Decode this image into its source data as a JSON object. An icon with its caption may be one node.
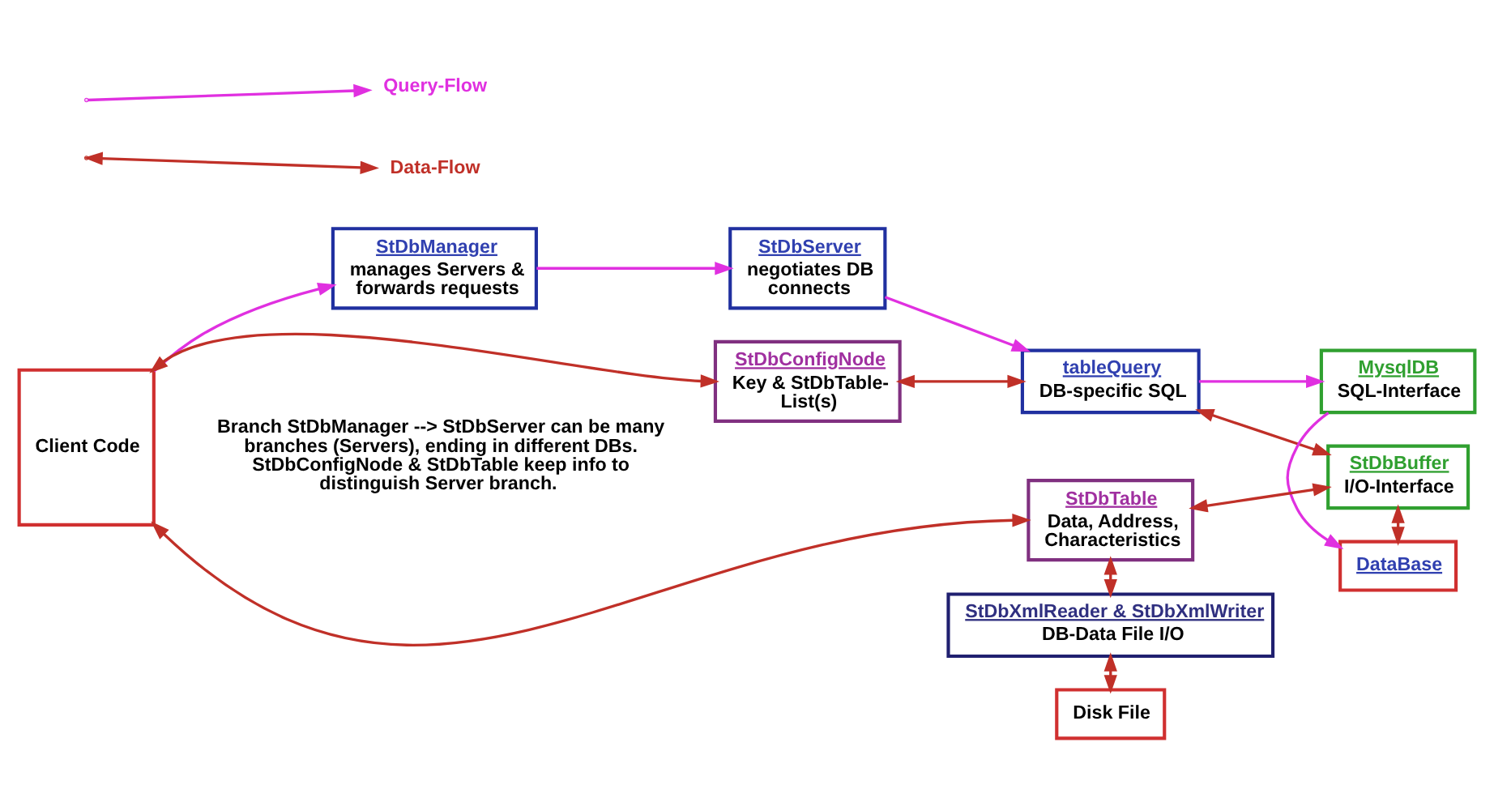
{
  "diagram": {
    "nodes": [
      {
        "text": [
          "Client Code"
        ]
      },
      {
        "text": [
          "StDbManager",
          "manages Servers & forwards requests"
        ]
      },
      {
        "text": [
          "StDbServer",
          "negotiates DB connects"
        ]
      },
      {
        "text": [
          "tableQuery",
          "DB-specific SQL"
        ]
      },
      {
        "text": [
          "MysqlDB",
          "SQL-Interface"
        ]
      },
      {
        "text": [
          "StDbBuffer",
          "I/O-Interface"
        ]
      },
      {
        "text": [
          "StDbConfigNode",
          "Key & StDbTable-List(s)"
        ]
      },
      {
        "text": [
          "StDbTable",
          "Data, Address, Characteristics"
        ]
      },
      {
        "text": [
          "DataBase"
        ]
      },
      {
        "text": [
          "StDbXmlReader & StDbXmlWriter",
          "DB-Data File I/O"
        ]
      },
      {
        "text": [
          "Disk File"
        ]
      }
    ],
    "edges": [
      {
        "from": 0,
        "to": 1,
        "arrow": "to",
        "color": "#e030e0"
      },
      {
        "from": 1,
        "to": 2,
        "arrow": "to",
        "color": "#e030e0"
      },
      {
        "from": 2,
        "to": 3,
        "arrow": "to",
        "color": "#e030e0"
      },
      {
        "from": 3,
        "to": 4,
        "arrow": "to",
        "color": "#e030e0"
      },
      {
        "from": 4,
        "to": 8,
        "arrow": "to",
        "color": "#e030e0"
      },
      {
        "from": 3,
        "to": 6,
        "arrow": "both"
      },
      {
        "from": 3,
        "to": 5,
        "arrow": "both"
      },
      {
        "from": 5,
        "to": 7,
        "arrow": "both"
      },
      {
        "from": 0,
        "to": 6,
        "arrow": "both"
      },
      {
        "from": 0,
        "to": 7,
        "arrow": "both"
      },
      {
        "from": 5,
        "to": 8,
        "arrow": "both"
      },
      {
        "from": 7,
        "to": 9,
        "arrow": "both"
      },
      {
        "from": 9,
        "to": 10,
        "arrow": "both"
      }
    ],
    "labels": [
      "Branch StDbManager --> StDbServer can be many branches (Servers), ending in different DBs. StDbConfigNode & StDbTable keep info to distinguish Server branch."
    ],
    "legend": [
      {
        "text": "Query-Flow"
      },
      {
        "text": "Data-Flow"
      }
    ]
  }
}
